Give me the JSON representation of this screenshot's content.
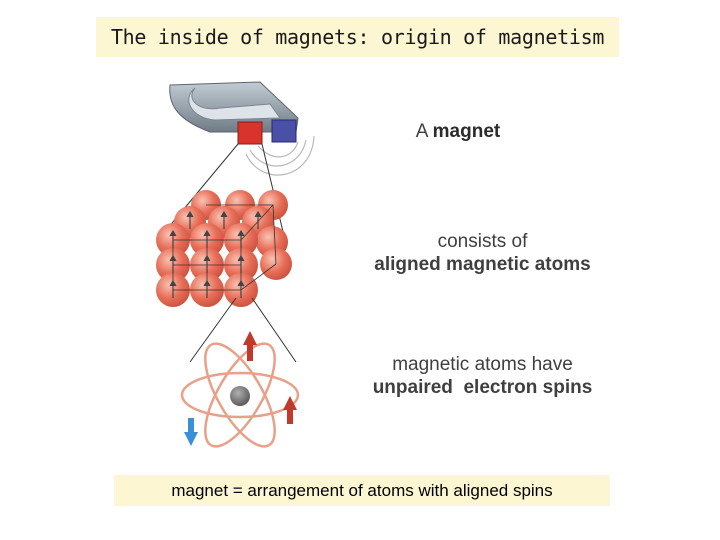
{
  "title": "The inside of magnets: origin of magnetism",
  "captions": {
    "magnet": {
      "prefix": "A ",
      "bold": "magnet"
    },
    "atoms": {
      "line1": "consists of",
      "line2": "aligned magnetic atoms"
    },
    "spins": {
      "line1": "magnetic atoms have",
      "line2_a": "unpaired",
      "line2_b": "electron spins"
    }
  },
  "footer": "magnet = arrangement of atoms with aligned spins",
  "colors": {
    "box_bg": "#fdf6d3",
    "atom": "#e8705a",
    "orbit": "#e9a089",
    "spin_up": "#c0392b",
    "spin_down": "#3a8fd6",
    "nucleus": "#777777",
    "magnet_body": "#8e9aa6",
    "pole_red": "#d9342b",
    "pole_blue": "#4a4fa8"
  }
}
